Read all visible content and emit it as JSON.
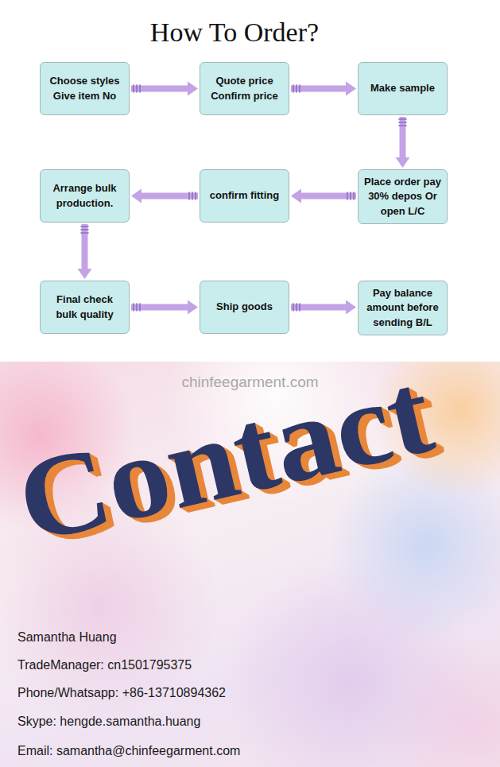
{
  "diagram": {
    "title": "How To Order?",
    "nodes": [
      {
        "text": [
          "Choose styles Give item No"
        ]
      },
      {
        "text": [
          "Quote price Confirm price"
        ]
      },
      {
        "text": [
          "Make sample"
        ]
      },
      {
        "text": [
          "Arrange bulk production."
        ]
      },
      {
        "text": [
          "confirm fitting"
        ]
      },
      {
        "text": [
          "Place order pay 30% depos Or open L/C"
        ]
      },
      {
        "text": [
          "Final check bulk quality"
        ]
      },
      {
        "text": [
          "Ship goods"
        ]
      },
      {
        "text": [
          "Pay balance amount before sending B/L"
        ]
      }
    ],
    "edges": [
      {
        "from": 0,
        "to": 1,
        "arrow": "to"
      },
      {
        "from": 1,
        "to": 2,
        "arrow": "to"
      },
      {
        "from": 2,
        "to": 5,
        "arrow": "to"
      },
      {
        "from": 5,
        "to": 4,
        "arrow": "to"
      },
      {
        "from": 4,
        "to": 3,
        "arrow": "to"
      },
      {
        "from": 3,
        "to": 6,
        "arrow": "to"
      },
      {
        "from": 6,
        "to": 7,
        "arrow": "to"
      },
      {
        "from": 7,
        "to": 8,
        "arrow": "to"
      }
    ],
    "labels": [
      "chinfeegarment.com",
      "Contact",
      "Samantha Huang",
      "TradeManager: cn1501795375",
      "Phone/Whatsapp: +86-13710894362",
      "Skype: hengde.samantha.huang",
      "Email: samantha@chinfeegarment.com"
    ]
  }
}
